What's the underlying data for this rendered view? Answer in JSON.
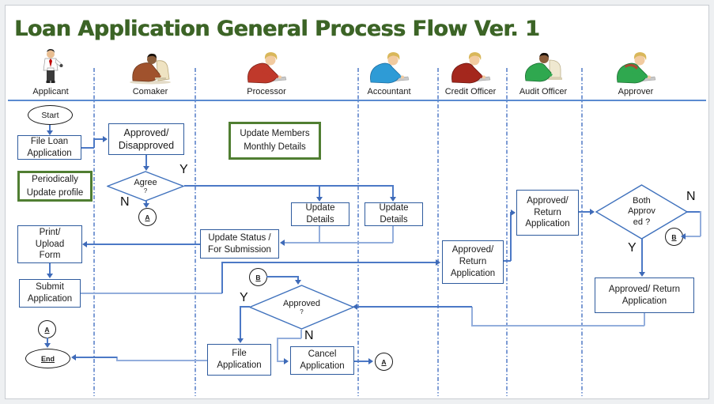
{
  "title": "Loan Application General Process Flow Ver. 1",
  "lanes": [
    {
      "label": "Applicant"
    },
    {
      "label": "Comaker"
    },
    {
      "label": "Processor"
    },
    {
      "label": "Accountant"
    },
    {
      "label": "Credit Officer"
    },
    {
      "label": "Audit Officer"
    },
    {
      "label": "Approver"
    }
  ],
  "nodes": {
    "start": "Start",
    "file_loan": "File Loan\nApplication",
    "approved_disapproved": "Approved/\nDisapproved",
    "agree": "Agree",
    "question_mark": "?",
    "periodically_note": "Periodically\nUpdate profile",
    "update_members_note": "Update Members\nMonthly Details",
    "update_details": "Update\nDetails",
    "update_status": "Update Status /\nFor Submission",
    "print_upload": "Print/\nUpload\nForm",
    "submit": "Submit\nApplication",
    "credit_approved_return": "Approved/\nReturn\nApplication",
    "audit_approved_return": "Approved/\nReturn\nApplication",
    "both_approved": "Both\nApprov\ned ?",
    "approver_approved_return": "Approved/ Return\nApplication",
    "approved": "Approved",
    "file_application": "File\nApplication",
    "cancel_application": "Cancel\nApplication",
    "end": "End"
  },
  "labels": {
    "yes": "Y",
    "no": "N",
    "connector_a": "A",
    "connector_b": "B"
  },
  "colors": {
    "title_green": "#3C6426",
    "box_border_blue": "#2E5B9E",
    "note_border_green": "#507E32",
    "connector_blue": "#4C79C6",
    "lane_divider_blue": "#7C9BD4",
    "terminator_black": "#1a1a1a"
  }
}
